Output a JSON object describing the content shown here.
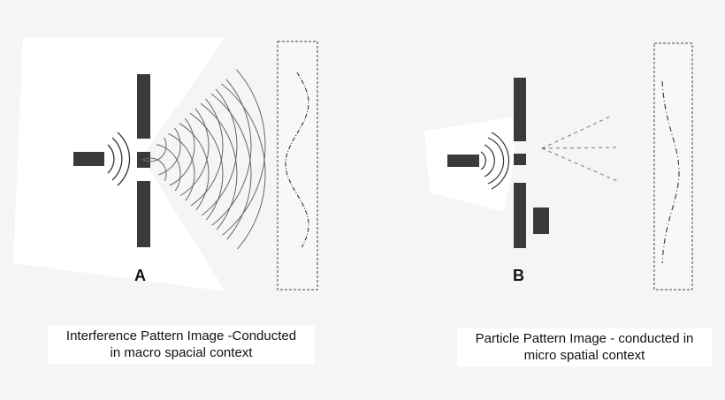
{
  "diagram": {
    "panel_a": {
      "label": "A",
      "caption_line1": "Interference Pattern Image -Conducted",
      "caption_line2": "in macro spacial context"
    },
    "panel_b": {
      "label": "B",
      "caption_line1": "Particle Pattern Image - conducted in",
      "caption_line2": "micro spatial context"
    },
    "colors": {
      "background": "#f5f5f5",
      "light_cone": "#ffffff",
      "barrier": "#3a3a3a",
      "wave_line": "#555555",
      "pattern_line": "#333333"
    }
  }
}
